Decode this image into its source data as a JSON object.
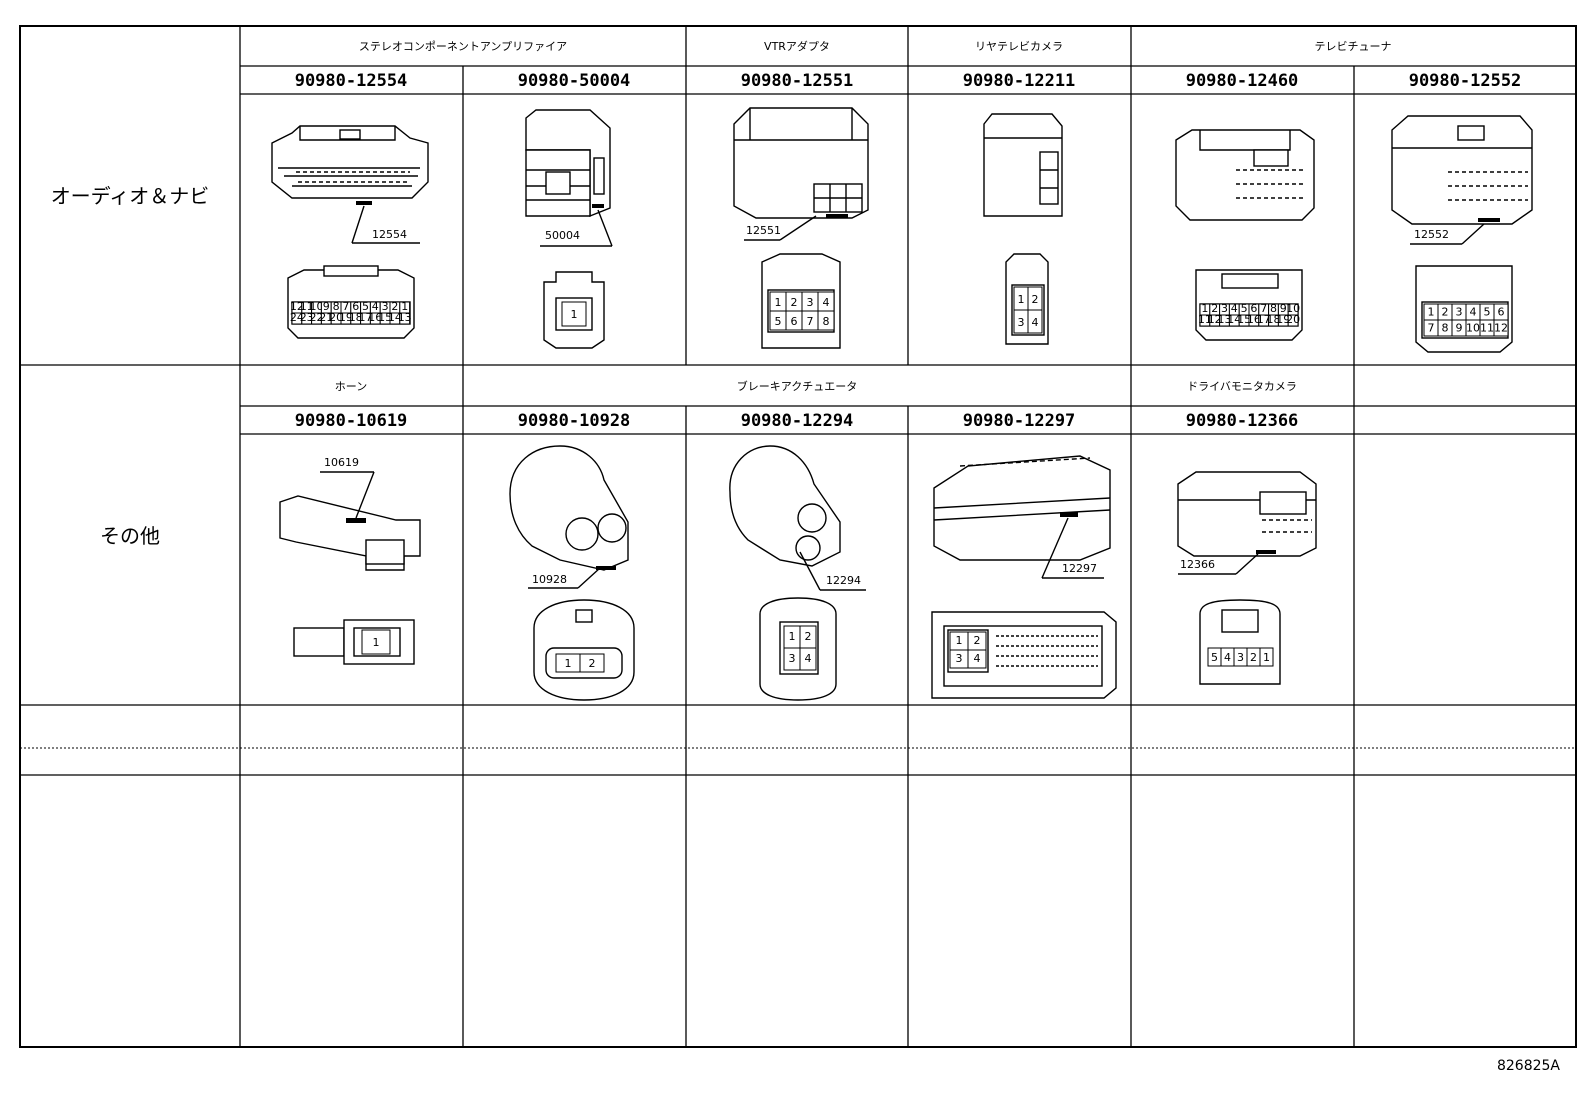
{
  "rows": [
    {
      "label": "オーディオ＆ナビ",
      "groups": [
        "ステレオコンポーネントアンプリファイア",
        "VTRアダプタ",
        "リヤテレビカメラ",
        "テレビチューナ"
      ],
      "parts": [
        "90980-12554",
        "90980-50004",
        "90980-12551",
        "90980-12211",
        "90980-12460",
        "90980-12552"
      ],
      "callouts": [
        "12554",
        "50004",
        "12551",
        "12552"
      ],
      "pins": {
        "c12554_top": [
          "12",
          "11",
          "10",
          "9",
          "8",
          "7",
          "6",
          "5",
          "4",
          "3",
          "2",
          "1"
        ],
        "c12554_bot": [
          "24",
          "23",
          "22",
          "21",
          "20",
          "19",
          "18",
          "17",
          "16",
          "15",
          "14",
          "13"
        ],
        "c50004": [
          "1"
        ],
        "c12551": [
          "1",
          "2",
          "3",
          "4",
          "5",
          "6",
          "7",
          "8"
        ],
        "c12211": [
          "1",
          "2",
          "3",
          "4"
        ],
        "c12460_top": [
          "1",
          "2",
          "3",
          "4",
          "5",
          "6",
          "7",
          "8",
          "9",
          "10"
        ],
        "c12460_bot": [
          "11",
          "12",
          "13",
          "14",
          "15",
          "16",
          "17",
          "18",
          "19",
          "20"
        ],
        "c12552": [
          "1",
          "2",
          "3",
          "4",
          "5",
          "6",
          "7",
          "8",
          "9",
          "10",
          "11",
          "12"
        ]
      }
    },
    {
      "label": "その他",
      "groups": [
        "ホーン",
        "ブレーキアクチュエータ",
        "ドライバモニタカメラ"
      ],
      "parts": [
        "90980-10619",
        "90980-10928",
        "90980-12294",
        "90980-12297",
        "90980-12366"
      ],
      "callouts": [
        "10619",
        "10928",
        "12294",
        "12297",
        "12366"
      ],
      "pins": {
        "c10619": [
          "1"
        ],
        "c10928": [
          "1",
          "2"
        ],
        "c12294": [
          "1",
          "2",
          "3",
          "4"
        ],
        "c12297": [
          "1",
          "2",
          "3",
          "4"
        ],
        "c12366": [
          "5",
          "4",
          "3",
          "2",
          "1"
        ]
      }
    }
  ],
  "drawing_ref": "826825A"
}
